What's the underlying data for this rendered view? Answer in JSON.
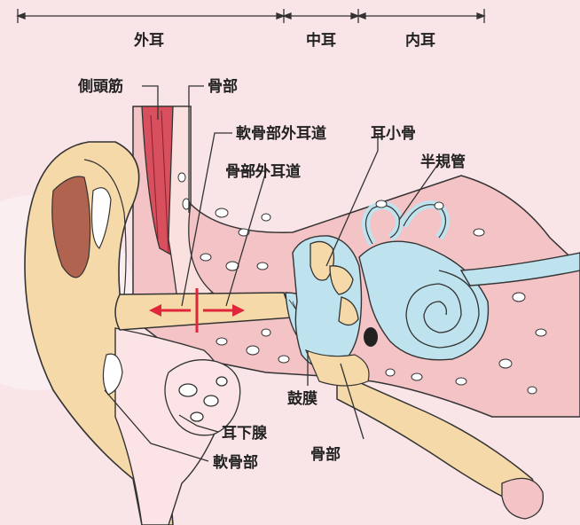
{
  "sections": {
    "outer_ear": "外耳",
    "middle_ear": "中耳",
    "inner_ear": "内耳"
  },
  "labels": {
    "temporalis": "側頭筋",
    "bone_top": "骨部",
    "cartilaginous_canal": "軟骨部外耳道",
    "bony_canal": "骨部外耳道",
    "ossicles": "耳小骨",
    "semicircular_canals": "半規管",
    "eardrum": "鼓膜",
    "bone_bottom": "骨部",
    "parotid_gland": "耳下腺",
    "cartilage": "軟骨部"
  },
  "colors": {
    "background": "#f9e4e8",
    "skin": "#f6d9a8",
    "bone": "#f3c3c6",
    "muscle": "#d8505d",
    "inner_ear_fluid": "#bfe3ee",
    "arrow": "#e0263a"
  }
}
